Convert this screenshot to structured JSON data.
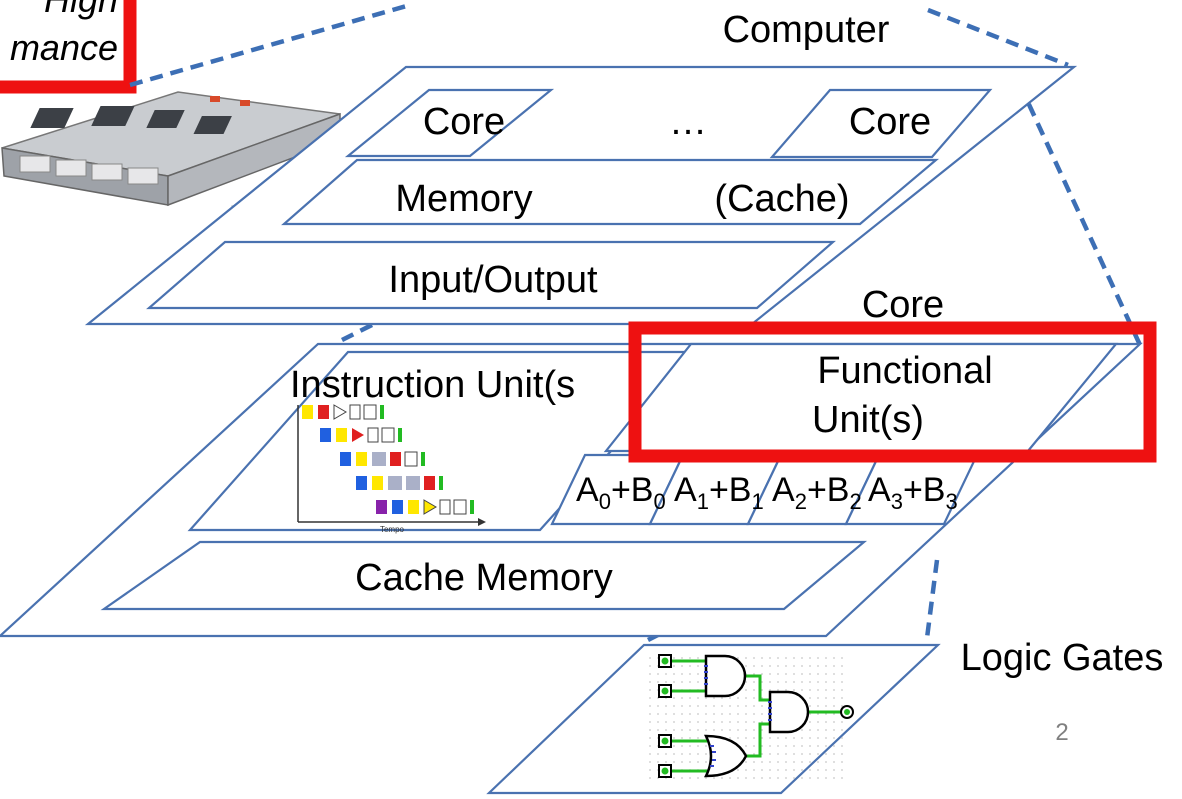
{
  "top_callout": {
    "line1": "High",
    "line2": "mance"
  },
  "levels": {
    "computer": {
      "title": "Computer",
      "core_left": "Core",
      "ellipsis": "…",
      "core_right": "Core",
      "memory": "Memory",
      "cache": "(Cache)",
      "io": "Input/Output"
    },
    "core": {
      "title": "Core",
      "instruction_unit": "Instruction Unit(s",
      "functional_unit_line1": "Functional",
      "functional_unit_line2": "Unit(s)",
      "adders": [
        {
          "a": "A",
          "a_sub": "0",
          "plus": "+B",
          "b_sub": "0"
        },
        {
          "a": "A",
          "a_sub": "1",
          "plus": "+B",
          "b_sub": "1"
        },
        {
          "a": "A",
          "a_sub": "2",
          "plus": "+B",
          "b_sub": "2"
        },
        {
          "a": "A",
          "a_sub": "3",
          "plus": "+B",
          "b_sub": "3"
        }
      ],
      "cache_memory": "Cache Memory",
      "pipeline_axis": "Tempo"
    },
    "logic": {
      "title": "Logic Gates"
    }
  },
  "page_number": "2",
  "colors": {
    "plane_stroke": "#4a72b0",
    "dash": "#3d6fb5",
    "highlight": "#ee1111",
    "wire": "#22bb22"
  }
}
